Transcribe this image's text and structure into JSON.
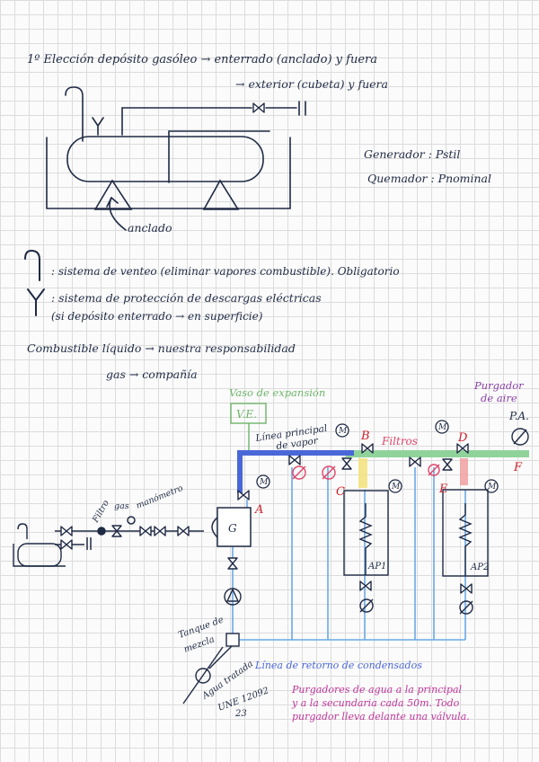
{
  "notes": {
    "heading_line1": "1º Elección depósito gasóleo → enterrado (anclado) y fuera",
    "heading_line2": "→ exterior (cubeta) y fuera",
    "generator": "Generador : Pstil",
    "burner": "Quemador : Pnominal",
    "anchored_label": "anclado",
    "vent_note": ": sistema de venteo (eliminar vapores combustible). Obligatorio",
    "protection_note_1": ": sistema de protección de descargas eléctricas",
    "protection_note_2": "(si depósito enterrado → en superficie)",
    "fuel_note": "Combustible líquido → nuestra responsabilidad",
    "gas_note": "gas → compañía"
  },
  "schematic": {
    "expansion_vessel_label": "Vaso de expansión",
    "expansion_vessel_tag": "V.E.",
    "air_purger_label_1": "Purgador",
    "air_purger_label_2": "de aire",
    "air_purger_tag": "P.A.",
    "main_steam_line_1": "Línea principal",
    "main_steam_line_2": "de vapor",
    "filters_label": "Filtros",
    "fuel_filter_label": "Filtro",
    "gas_label": "gas",
    "manometer_label": "manómetro",
    "generator_tag": "G",
    "gauge_tag": "M",
    "heat_exchanger_1_tag": "AP1",
    "heat_exchanger_2_tag": "AP2",
    "mixing_tank_label_1": "Tanque de",
    "mixing_tank_label_2": "mezcla",
    "treated_water_label_1": "Agua tratada",
    "treated_water_label_2": "UNE 12092",
    "treated_water_label_3": "23",
    "condensate_return_label": "Línea de retorno de condensados",
    "purger_note_1": "Purgadores de agua a la principal",
    "purger_note_2": "y a la secundaria cada 50m. Todo",
    "purger_note_3": "purgador lleva delante una válvula.",
    "point_labels": {
      "A": "A",
      "B": "B",
      "C": "C",
      "D": "D",
      "E": "E",
      "F": "F"
    }
  },
  "colors": {
    "ink": "#1f2a44",
    "steam_blue": "#4a67d8",
    "filter_green": "#8fd39a",
    "return_blue": "#6aa9e6",
    "point_red": "#cc1f2a",
    "expansion_green": "#6fb56b",
    "purger_purple": "#8a3fa8",
    "note_magenta": "#c0359a",
    "filters_pink": "#e0456a",
    "highlight_yellow": "#f3e27a",
    "highlight_red": "#f0a0a0"
  }
}
